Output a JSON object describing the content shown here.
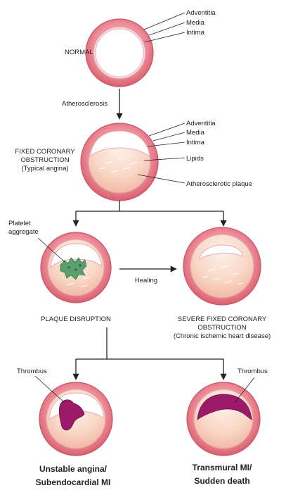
{
  "normal": {
    "caption": "NORMAL",
    "layers": [
      "Adventitia",
      "Media",
      "Intima"
    ]
  },
  "step1_arrow_label": "Atherosclerosis",
  "fixed": {
    "caption_lines": [
      "FIXED CORONARY",
      "OBSTRUCTION",
      "(Typical angina)"
    ],
    "layers": [
      "Adventitia",
      "Media",
      "Intima"
    ],
    "lipids": "Lipids",
    "plaque": "Atherosclerotic plaque"
  },
  "disruption": {
    "platelet_label": [
      "Platelet",
      "aggregate"
    ],
    "caption": "PLAQUE DISRUPTION"
  },
  "healing_label": "Healing",
  "severe": {
    "caption_lines": [
      "SEVERE FIXED CORONARY",
      "OBSTRUCTION",
      "(Chronic ischemic heart disease)"
    ]
  },
  "left_bottom": {
    "thrombus": "Thrombus",
    "caption_lines": [
      "Unstable angina/",
      "Subendocardial MI"
    ]
  },
  "right_bottom": {
    "thrombus": "Thrombus",
    "caption_lines": [
      "Transmural MI/",
      "Sudden death"
    ]
  },
  "colors": {
    "vessel_outer": "#e8707e",
    "vessel_ring": "#f3b3bb",
    "intima": "#fbe3e6",
    "plaque": "#f7cdb8",
    "thrombus": "#9c1a6a",
    "platelet": "#5aa06c"
  }
}
